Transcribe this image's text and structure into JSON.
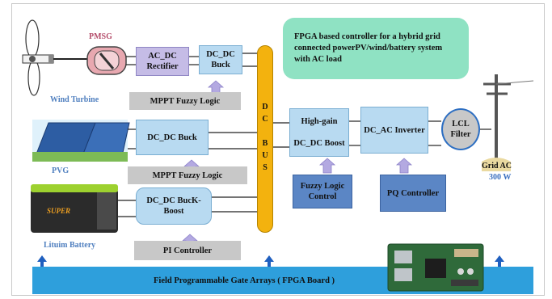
{
  "title": "FPGA based controller for a hybrid grid connected powerPV/wind/battery system with AC load",
  "sources": {
    "wind_label": "Wind Turbine",
    "pmsg_label": "PMSG",
    "pv_label": "PVG",
    "battery_label": "Lituim Battery",
    "battery_brand": "SUPER"
  },
  "blocks": {
    "ac_dc_rectifier": "AC_DC Rectifier",
    "dc_dc_buck_top": "DC_DC Buck",
    "mppt_fuzzy_top": "MPPT Fuzzy Logic",
    "dc_dc_buck_pv": "DC_DC Buck",
    "mppt_fuzzy_pv": "MPPT Fuzzy Logic",
    "dc_dc_buck_boost": "DC_DC BucK-Boost",
    "pi_controller": "PI Controller",
    "dc_bus": "DC BUS",
    "high_gain_title": "High-gain",
    "high_gain_sub": "DC_DC Boost",
    "fuzzy_logic_control": "Fuzzy Logic Control",
    "dc_ac_inverter": "DC_AC Inverter",
    "pq_controller": "PQ Controller",
    "lcl_filter": "LCL Filter"
  },
  "grid": {
    "label": "Grid AC",
    "power": "300 W"
  },
  "fpga_bar": "Field Programmable Gate Arrays ( FPGA Board )",
  "colors": {
    "fpga_bar": "#2e9fdc",
    "dc_bus": "#f3b20e",
    "block_blue": "#b8daf1",
    "block_purple": "#c5bce6",
    "controller_gray": "#c8c8c8",
    "controller_blue": "#5b86c5",
    "title_box": "#8fe2c3",
    "arrow": "#b3a9e1",
    "up_arrow": "#1f5fbf"
  }
}
